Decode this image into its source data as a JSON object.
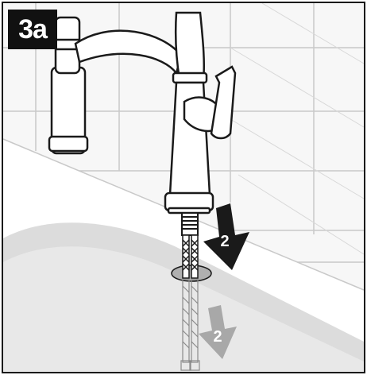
{
  "step": {
    "label": "3a"
  },
  "callouts": [
    {
      "label": "2"
    },
    {
      "label": "2"
    }
  ],
  "colors": {
    "outline": "#1a1a1a",
    "wall": "#f7f7f7",
    "grout": "#c9c9c9",
    "sink": "#dcdcdc",
    "arrow_front": "#1a1a1a",
    "arrow_ghost": "#a8a8a8",
    "badge": "#111111"
  }
}
